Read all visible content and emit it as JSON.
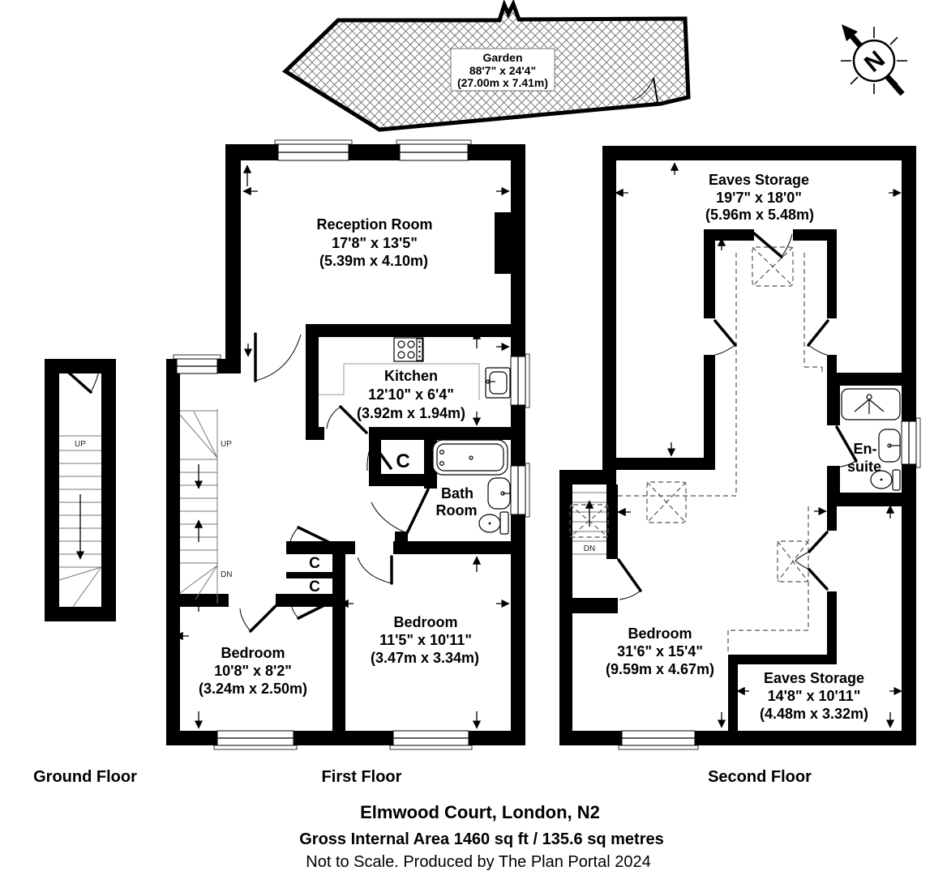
{
  "garden": {
    "name": "Garden",
    "imperial": "88'7\" x 24'4\"",
    "metric": "(27.00m x 7.41m)"
  },
  "compass": {
    "north": "N"
  },
  "first_floor": {
    "reception": {
      "name": "Reception Room",
      "imperial": "17'8\" x 13'5\"",
      "metric": "(5.39m x 4.10m)"
    },
    "kitchen": {
      "name": "Kitchen",
      "imperial": "12'10\" x 6'4\"",
      "metric": "(3.92m x 1.94m)"
    },
    "bathroom": {
      "name_line1": "Bath",
      "name_line2": "Room"
    },
    "bedroom_left": {
      "name": "Bedroom",
      "imperial": "10'8\" x 8'2\"",
      "metric": "(3.24m x 2.50m)"
    },
    "bedroom_right": {
      "name": "Bedroom",
      "imperial": "11'5\" x 10'11\"",
      "metric": "(3.47m x 3.34m)"
    },
    "cupboard": "C"
  },
  "second_floor": {
    "eaves_top": {
      "name": "Eaves Storage",
      "imperial": "19'7\" x 18'0\"",
      "metric": "(5.96m x 5.48m)"
    },
    "ensuite": {
      "name_line1": "En-",
      "name_line2": "suite"
    },
    "bedroom": {
      "name": "Bedroom",
      "imperial": "31'6\" x 15'4\"",
      "metric": "(9.59m x 4.67m)"
    },
    "eaves_bottom": {
      "name": "Eaves Storage",
      "imperial": "14'8\" x 10'11\"",
      "metric": "(4.48m x 3.32m)"
    }
  },
  "stairs": {
    "up": "UP",
    "down": "DN"
  },
  "floor_labels": {
    "ground": "Ground Floor",
    "first": "First Floor",
    "second": "Second Floor"
  },
  "footer": {
    "address": "Elmwood Court, London, N2",
    "area": "Gross Internal Area 1460 sq ft / 135.6 sq metres",
    "note": "Not to Scale. Produced by The Plan Portal 2024"
  }
}
